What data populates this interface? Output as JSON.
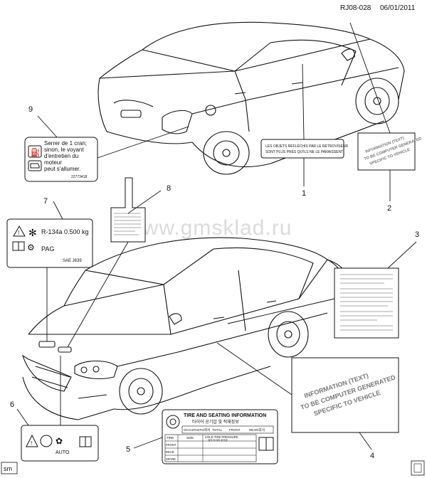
{
  "header": {
    "ref_code": "RJ08-028",
    "date": "06/01/2011"
  },
  "watermark": "www.gmsklad.ru",
  "footer_tag": "sm",
  "callouts": [
    "1",
    "2",
    "3",
    "4",
    "5",
    "6",
    "7",
    "8",
    "9"
  ],
  "labels": {
    "label_1": {
      "line1": "LES OBJETS RÉFLÉCHIS PAR LE RÉTROVISEUR",
      "line2": "SONT PLUS PRÈS QU'ILS NE LE PARAISSENT"
    },
    "label_2": {
      "line1": "INFORMATION (TEXT)",
      "line2": "TO BE COMPUTER GENERATED",
      "line3": "SPECIFIC TO VEHICLE"
    },
    "label_4": {
      "line1": "INFORMATION (TEXT)",
      "line2": "TO BE COMPUTER GENERATED",
      "line3": "SPECIFIC TO VEHICLE"
    },
    "label_5": {
      "title": "TIRE AND SEATING INFORMATION",
      "subtitle": "타이어 공기압 및 적재정보",
      "occupants": "OCCUPANTS/좌석",
      "total": "TOTAL",
      "front": "FRONT",
      "rear": "REAR/후석",
      "tire": "TIRE",
      "size": "SIZE",
      "cold": "COLD TIRE PRESSURE",
      "cold_kr": "냉간 타이어 공기압",
      "row_front": "FRONT",
      "row_rear": "REAR",
      "row_spare": "SPARE"
    },
    "label_6": {
      "auto": "AUTO"
    },
    "label_7": {
      "refrigerant": "R-134a",
      "amount": "0.500 kg",
      "oil": "PAG",
      "std": "SAE J639"
    },
    "label_9": {
      "line1": "Serrer de 1 cran;",
      "line2": "sinon, le voyant",
      "line3": "d'entretien du",
      "line4": "moteur",
      "line5": "peut s'allumer.",
      "part": "22773418"
    }
  },
  "icons": [
    "warning-triangle-icon",
    "fuel-cap-icon",
    "engine-icon",
    "book-icon",
    "snowflake-icon",
    "fan-icon",
    "car-icon",
    "tag-icon"
  ]
}
